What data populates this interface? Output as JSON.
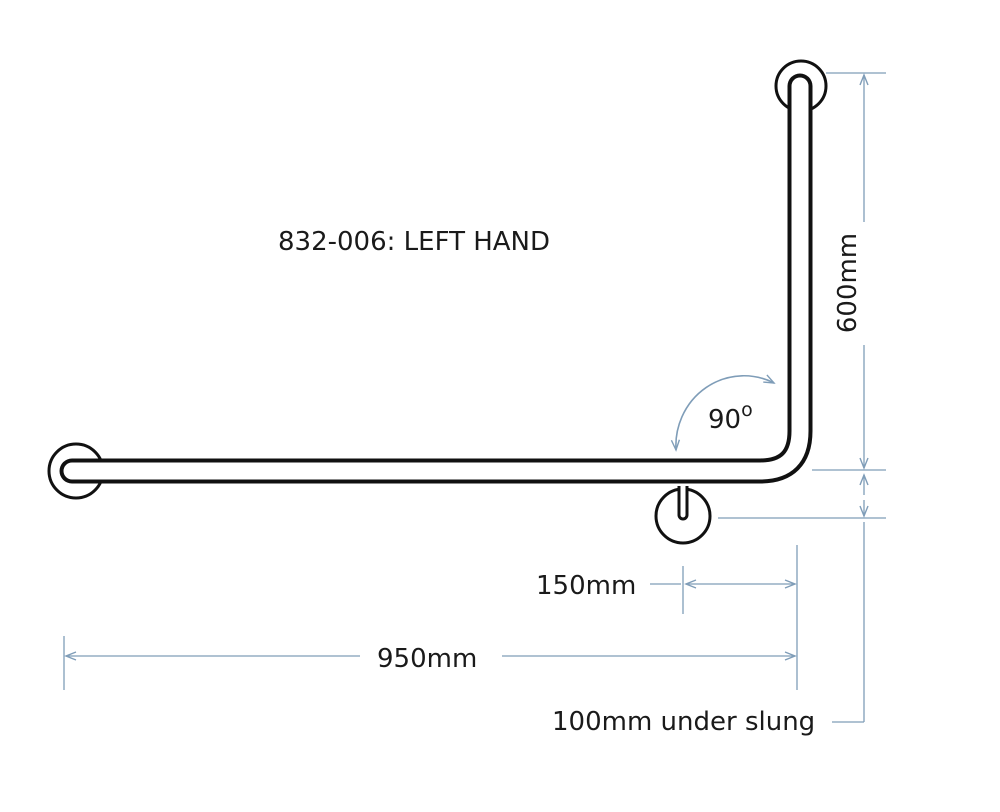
{
  "title": "832-006: LEFT HAND",
  "dimensions": {
    "vertical_length": "600mm",
    "horizontal_length": "950mm",
    "bracket_offset": "150mm",
    "under_slung": "100mm under slung"
  },
  "angle": {
    "value": "90",
    "unit_symbol": "o"
  },
  "colors": {
    "rail": "#111111",
    "rail_inner": "#ffffff",
    "dimension_line": "#7f9db8",
    "text": "#1a1a1a"
  }
}
